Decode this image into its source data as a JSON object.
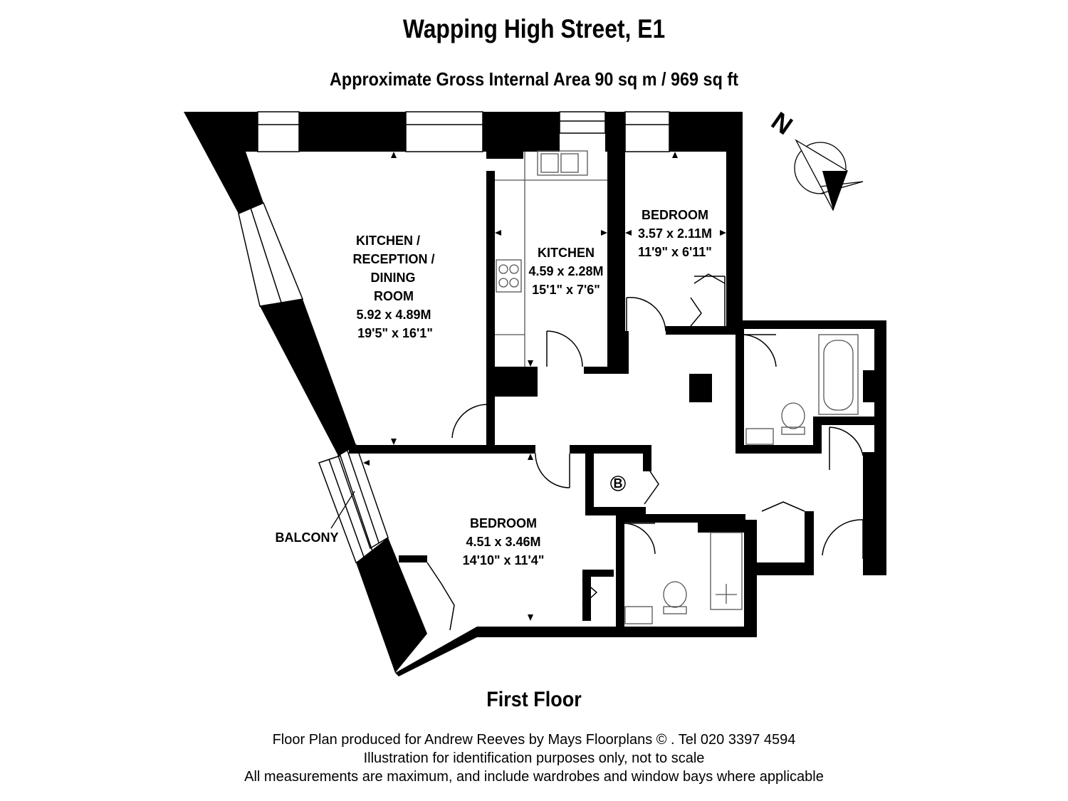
{
  "header": {
    "title": "Wapping High Street, E1",
    "subtitle": "Approximate Gross Internal Area 90 sq m  /  969 sq ft"
  },
  "rooms": {
    "kitchen_reception": {
      "line1": "KITCHEN /",
      "line2": "RECEPTION /",
      "line3": "DINING",
      "line4": "ROOM",
      "metric": "5.92 x 4.89M",
      "imperial": "19'5\" x 16'1\""
    },
    "kitchen": {
      "name": "KITCHEN",
      "metric": "4.59 x 2.28M",
      "imperial": "15'1\" x 7'6\""
    },
    "bedroom_1": {
      "name": "BEDROOM",
      "metric": "3.57 x 2.11M",
      "imperial": "11'9\" x 6'11\""
    },
    "bedroom_2": {
      "name": "BEDROOM",
      "metric": "4.51 x 3.46M",
      "imperial": "14'10\" x 11'4\""
    },
    "balcony": {
      "name": "BALCONY"
    },
    "boiler": {
      "symbol": "B"
    }
  },
  "compass": {
    "north": "N"
  },
  "floor": {
    "label": "First Floor"
  },
  "footer": {
    "line1": "Floor Plan produced for Andrew Reeves by Mays Floorplans  © . Tel 020 3397 4594",
    "line2": "Illustration for identification purposes only, not to scale",
    "line3": "All measurements are maximum, and include wardrobes and window bays where applicable"
  },
  "colors": {
    "wall": "#000000",
    "background": "#ffffff",
    "fixture": "#555555"
  }
}
